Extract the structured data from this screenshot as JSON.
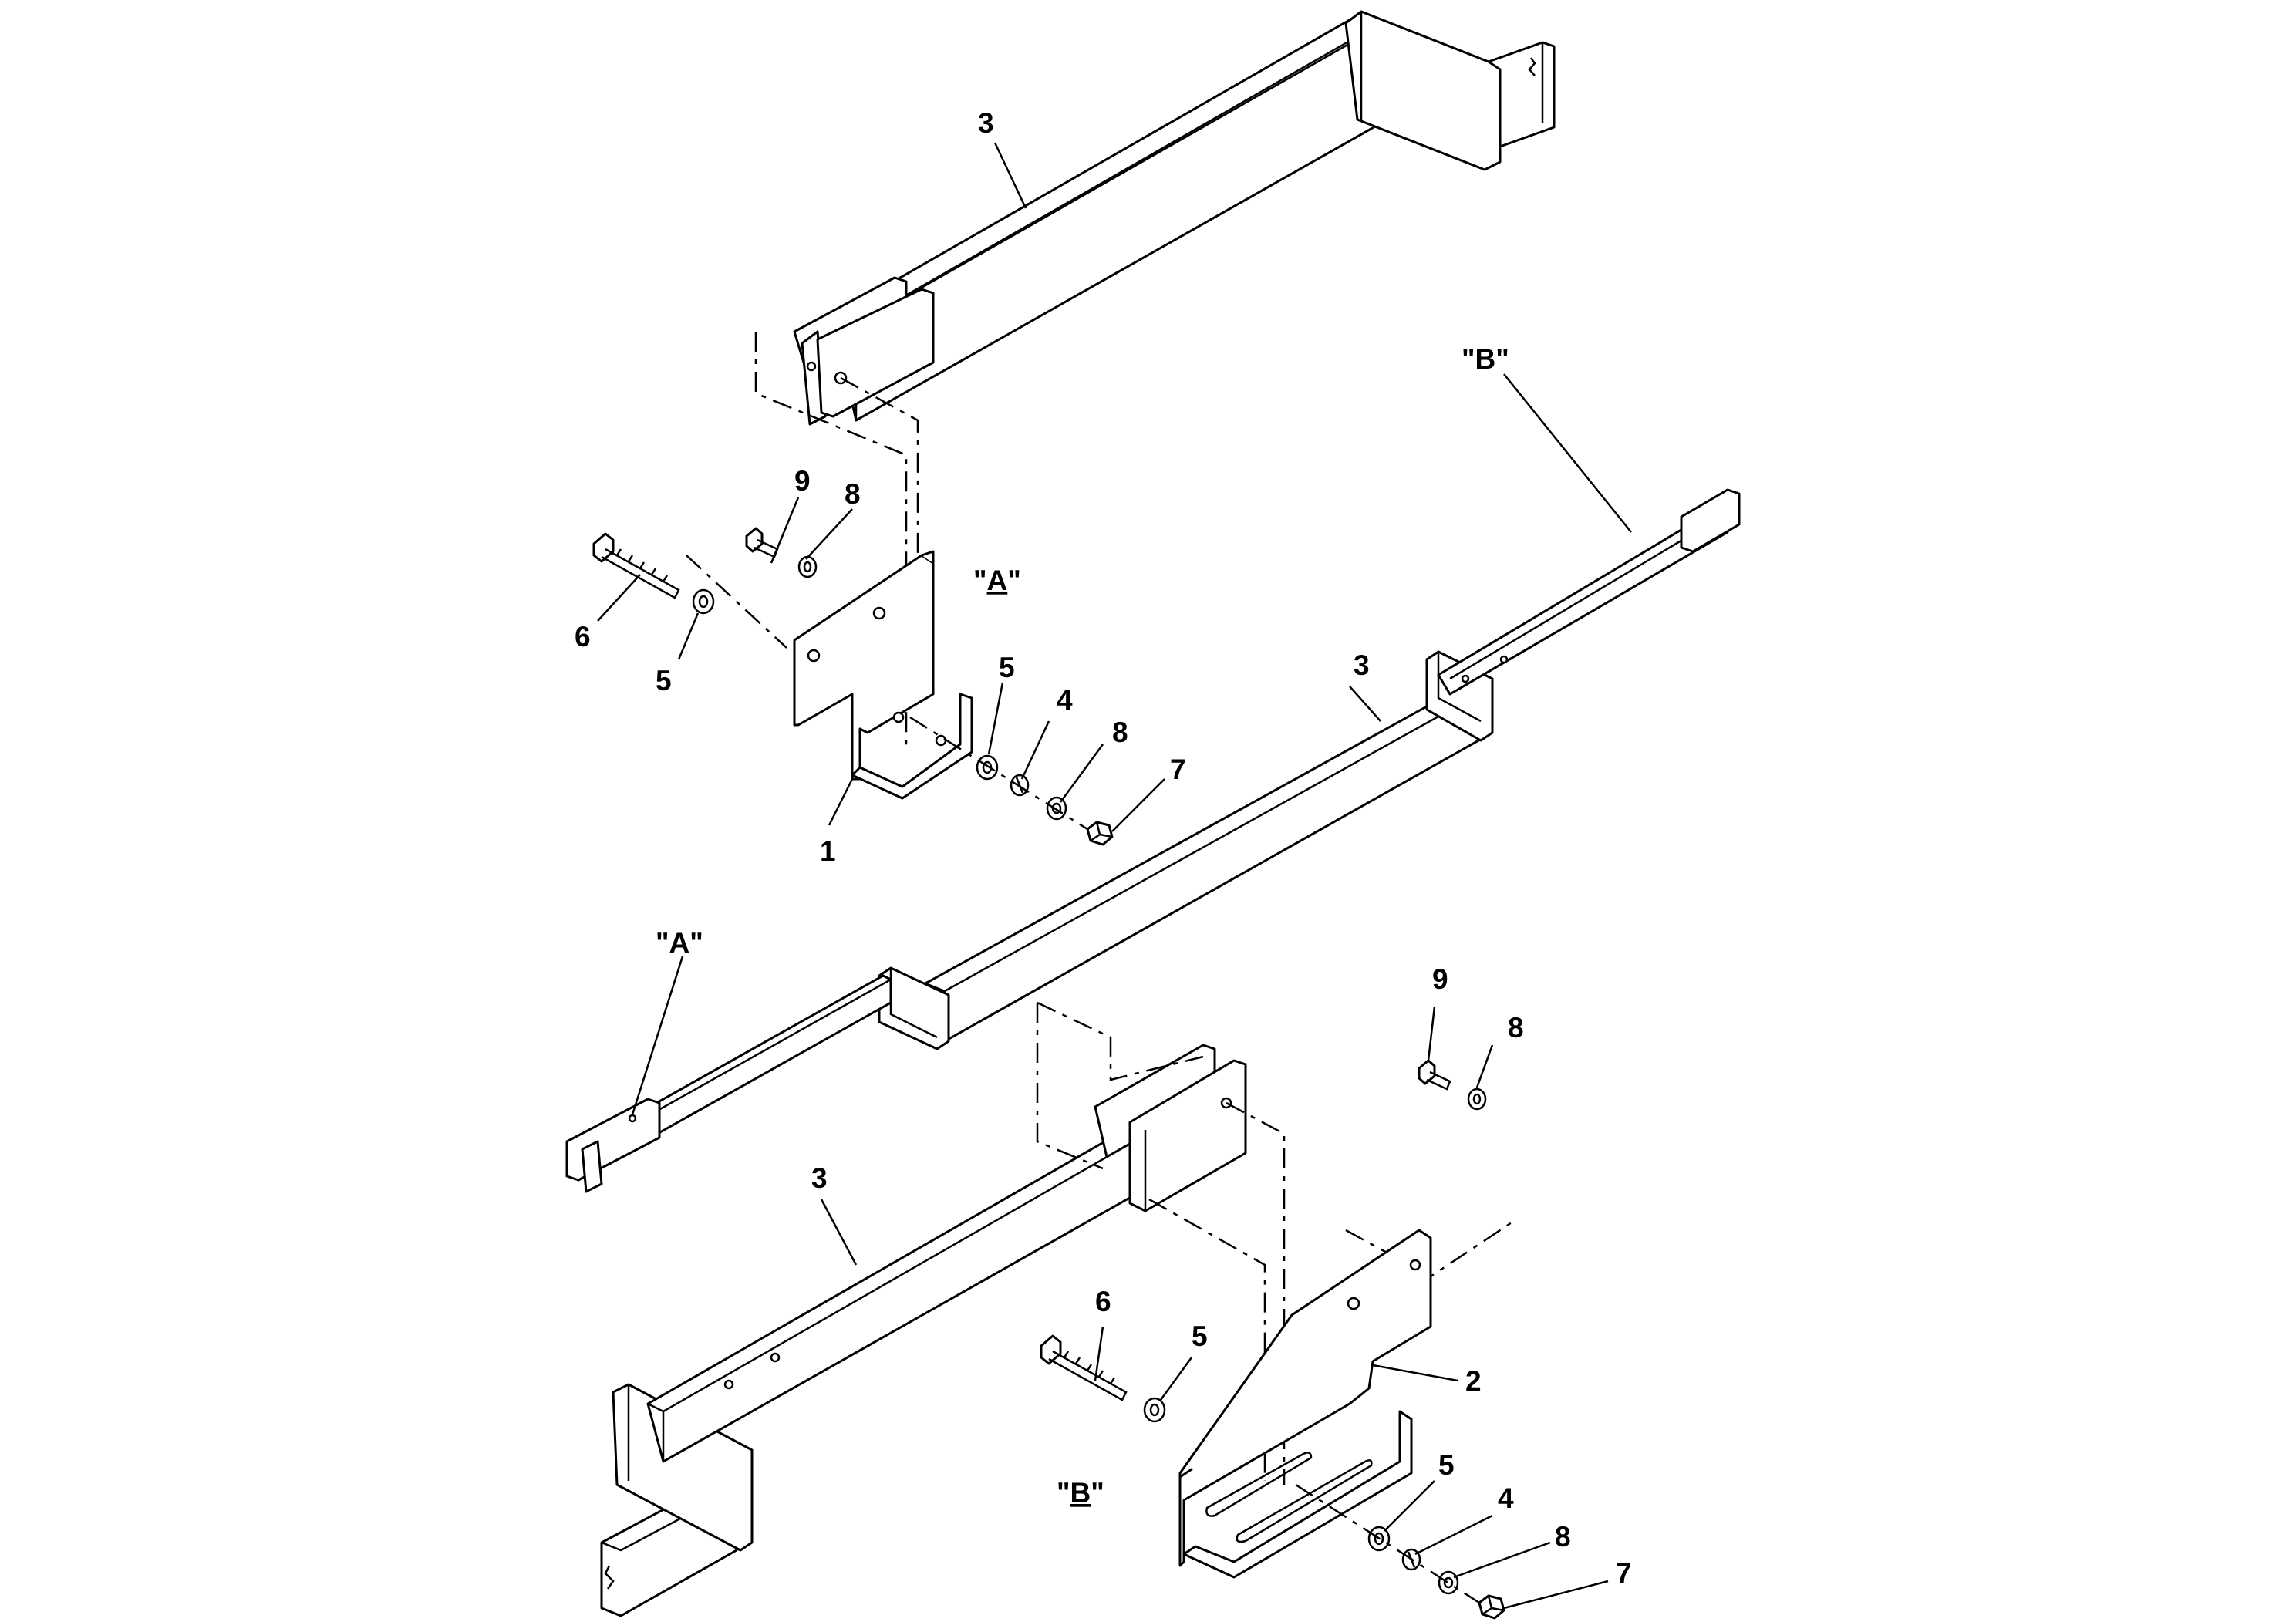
{
  "labels": {
    "item_1": "1",
    "item_2": "2",
    "item_3": "3",
    "item_4": "4",
    "item_5": "5",
    "item_6": "6",
    "item_7": "7",
    "item_8": "8",
    "item_9": "9"
  },
  "views": {
    "detail_a_quote_open": "\"",
    "detail_a_letter": "A",
    "detail_a_quote_close": "\"",
    "detail_b_quote_open": "\"",
    "detail_b_letter": "B",
    "detail_b_quote_close": "\"",
    "ref_a": "\"A\"",
    "ref_b": "\"B\""
  }
}
